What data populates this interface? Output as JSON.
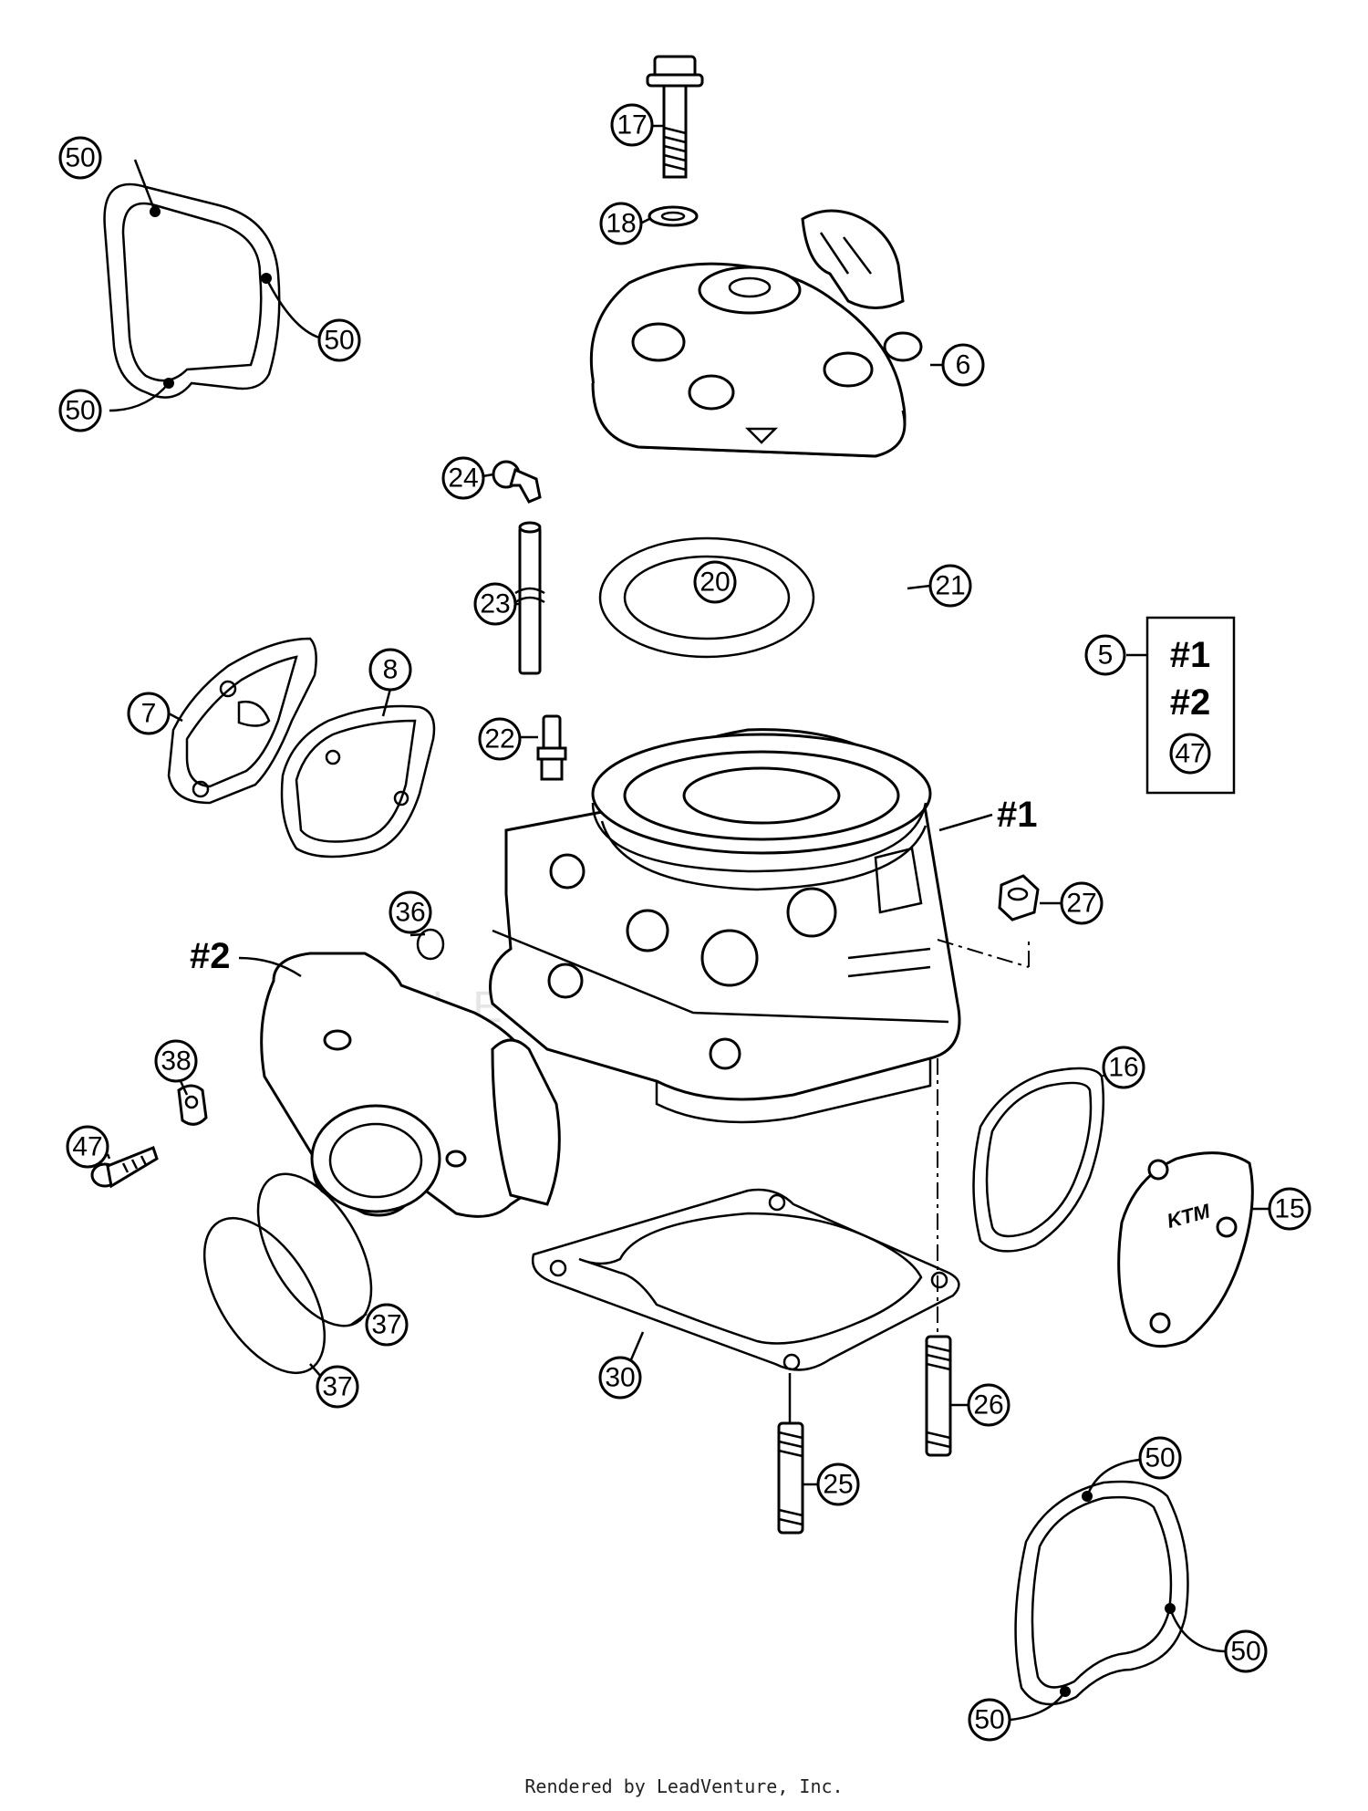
{
  "diagram": {
    "kit_box": {
      "callout": "5",
      "items": [
        "#1",
        "#2",
        "47"
      ]
    },
    "assembly_labels": {
      "cylinder": "#1",
      "intake": "#2"
    },
    "callouts": {
      "c17": "17",
      "c18": "18",
      "c6": "6",
      "c24": "24",
      "c20": "20",
      "c21": "21",
      "c23": "23",
      "c22": "22",
      "c7": "7",
      "c8": "8",
      "c36": "36",
      "c27": "27",
      "c38": "38",
      "c47": "47",
      "c16": "16",
      "c15": "15",
      "c37a": "37",
      "c37b": "37",
      "c30": "30",
      "c26": "26",
      "c25": "25",
      "tl50a": "50",
      "tl50b": "50",
      "tl50c": "50",
      "br50a": "50",
      "br50b": "50",
      "br50c": "50"
    }
  },
  "footer": {
    "text": "Rendered by LeadVenture, Inc."
  }
}
